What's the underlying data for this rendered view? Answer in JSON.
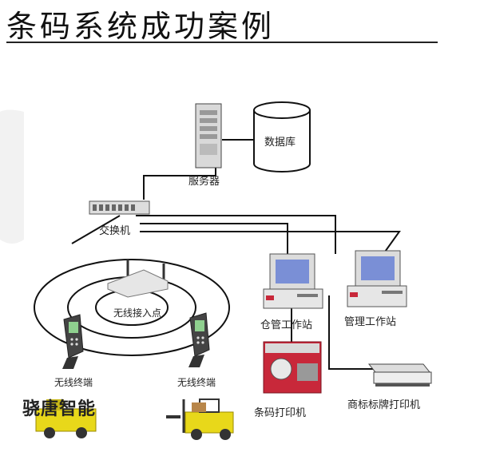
{
  "title": "条码系统成功案例",
  "nodes": {
    "database": "数据库",
    "server": "服务器",
    "switch": "交换机",
    "access_point": "无线接入点",
    "warehouse_station": "仓管工作站",
    "management_station": "管理工作站",
    "terminal_left": "无线终端",
    "terminal_right": "无线终端",
    "barcode_printer": "条码打印机",
    "label_printer": "商标标牌打印机"
  },
  "brand": "骁唐智能",
  "colors": {
    "line": "#111111",
    "monitor_screen": "#7a8fd6",
    "forklift": "#e8d81a",
    "printer_red": "#c8283a"
  }
}
